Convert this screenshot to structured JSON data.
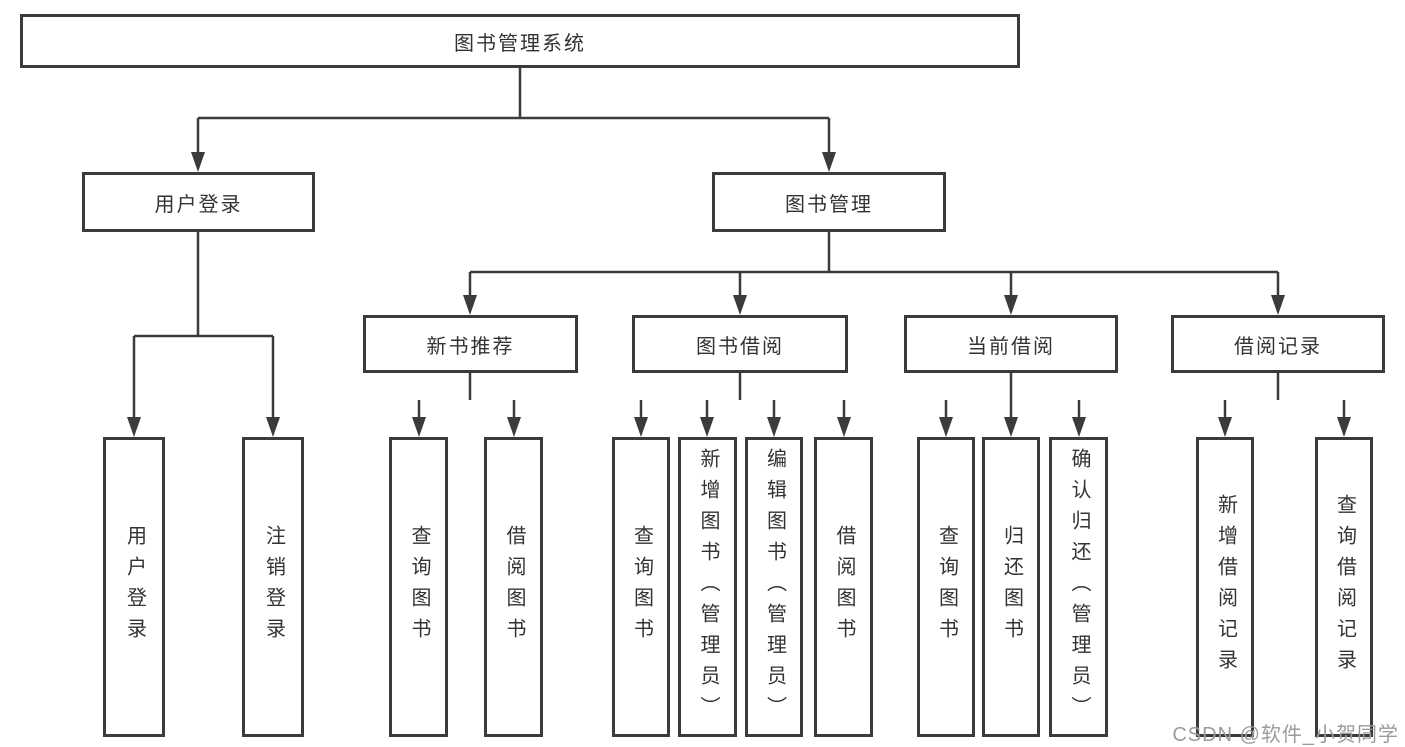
{
  "tree": {
    "root": {
      "label": "图书管理系统"
    },
    "children": [
      {
        "label": "用户登录",
        "children": [
          {
            "label": "用户登录"
          },
          {
            "label": "注销登录"
          }
        ]
      },
      {
        "label": "图书管理",
        "children": [
          {
            "label": "新书推荐",
            "children": [
              {
                "label": "查询图书"
              },
              {
                "label": "借阅图书"
              }
            ]
          },
          {
            "label": "图书借阅",
            "children": [
              {
                "label": "查询图书"
              },
              {
                "label": "新增图书（管理员）"
              },
              {
                "label": "编辑图书（管理员）"
              },
              {
                "label": "借阅图书"
              }
            ]
          },
          {
            "label": "当前借阅",
            "children": [
              {
                "label": "查询图书"
              },
              {
                "label": "归还图书"
              },
              {
                "label": "确认归还（管理员）"
              }
            ]
          },
          {
            "label": "借阅记录",
            "children": [
              {
                "label": "新增借阅记录"
              },
              {
                "label": "查询借阅记录"
              }
            ]
          }
        ]
      }
    ]
  },
  "watermark": {
    "text": "CSDN @软件_小贺同学"
  },
  "colors": {
    "line": "#3b3b3b",
    "text": "#333333",
    "background": "#ffffff",
    "watermark": "#9b9b9b"
  }
}
